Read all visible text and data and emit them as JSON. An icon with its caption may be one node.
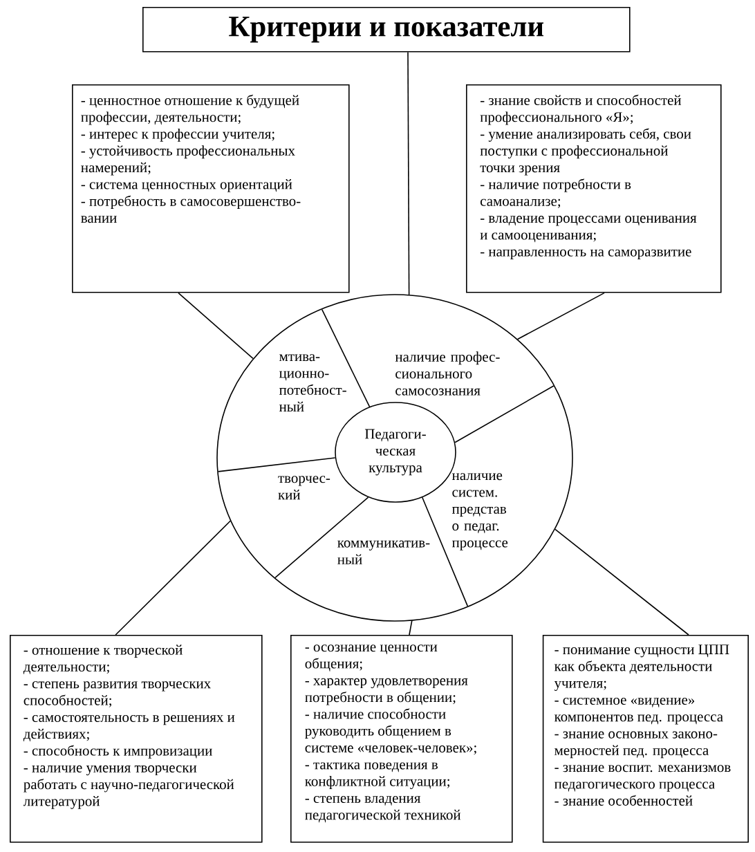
{
  "diagram": {
    "nodes": [
      {
        "text": [
          "Критерии и показатели"
        ]
      },
      {
        "text": [
          "- ценностное отношение к будущей профессии, деятельности;",
          "- интерес к профессии учителя;",
          "- устойчивость профессиональных намерений;",
          "- система ценностных ориентаций",
          "- потребность в самосовершенство- вании"
        ]
      },
      {
        "text": [
          "- знание свойств и способностей профессионального «Я»;",
          "- умение анализировать себя, свои поступки с профессиональной точки зрения",
          "- наличие потребности в самоанализе;",
          "- владение процессами оценивания и самооценивания;",
          "- направленность на саморазвитие"
        ]
      },
      {
        "text": [],
        "shape": "ellipse"
      },
      {
        "text": [
          "мтива- ционно- потебност- ный"
        ],
        "in": 3
      },
      {
        "text": [
          "наличие профес- сионального самосознания"
        ],
        "in": 3
      },
      {
        "text": [
          "Педагоги- ческая культура"
        ],
        "in": 3
      },
      {
        "text": [
          "творчес- кий"
        ],
        "in": 3
      },
      {
        "text": [
          "наличие систем. представ о педаг. процессе"
        ],
        "in": 3
      },
      {
        "text": [
          "коммуникатив- ный"
        ],
        "in": 3
      },
      {
        "text": [
          "- отношение к творческой деятельности;",
          "- степень развития творческих способностей;",
          "- самостоятельность в решениях и действиях;",
          "- способность к импровизации",
          "- наличие умения творчески работать с научно-педагогической литературой"
        ]
      },
      {
        "text": [
          "- осознание ценности общения;",
          "- характер удовлетворения потребности в общении;",
          "- наличие способности руководить общением в системе «человек-человек»;",
          "- тактика поведения в конфликтной ситуации;",
          "- степень владения педагогической техникой"
        ]
      },
      {
        "text": [
          "- понимание сущности ЦПП как объекта деятельности учителя;",
          "- системное «видение» компонентов пед. процесса",
          "- знание основных законо- мерностей пед. процесса",
          "- знание воспит. механизмов педагогического процесса",
          "- знание особенностей"
        ]
      }
    ],
    "edges": [
      {
        "from": 0,
        "to": 3,
        "arrow": "none"
      },
      {
        "from": 3,
        "to": 1,
        "arrow": "none"
      },
      {
        "from": 3,
        "to": 2,
        "arrow": "none"
      },
      {
        "from": 3,
        "to": 10,
        "arrow": "none"
      },
      {
        "from": 3,
        "to": 11,
        "arrow": "none"
      },
      {
        "from": 3,
        "to": 12,
        "arrow": "none"
      }
    ]
  }
}
